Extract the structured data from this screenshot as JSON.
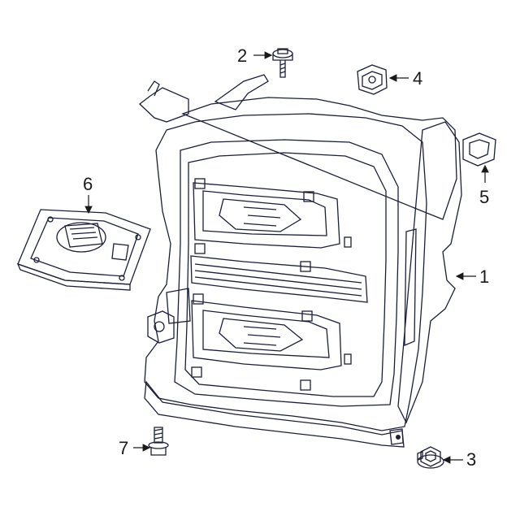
{
  "colors": {
    "housing_fill": "#2b3fd6",
    "housing_shade": "#1c2aa8",
    "outline": "#1b1f3a",
    "part_gray": "#f2f2f2"
  },
  "callouts": [
    {
      "number": "1",
      "part": "headlamp-assembly"
    },
    {
      "number": "2",
      "part": "bolt"
    },
    {
      "number": "3",
      "part": "nut"
    },
    {
      "number": "4",
      "part": "clip"
    },
    {
      "number": "5",
      "part": "grommet"
    },
    {
      "number": "6",
      "part": "ballast-module"
    },
    {
      "number": "7",
      "part": "stud-bolt"
    }
  ]
}
